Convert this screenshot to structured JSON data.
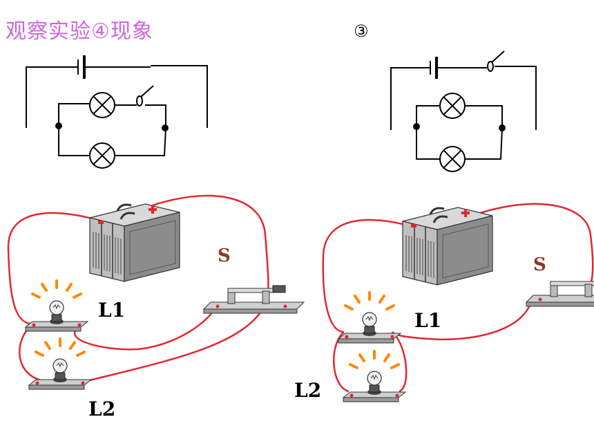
{
  "title": "观察实验④现象",
  "right_circuit_number": "③",
  "photo_left": {
    "switch_label": "S",
    "bulb1_label": "L1",
    "bulb2_label": "L2"
  },
  "photo_right": {
    "switch_label": "S",
    "bulb1_label": "L1",
    "bulb2_label": "L2"
  },
  "colors": {
    "title": "#cc66dd",
    "wire": "#e0282f",
    "switch_label": "#8b3a1e",
    "glow": "#ff8800"
  }
}
